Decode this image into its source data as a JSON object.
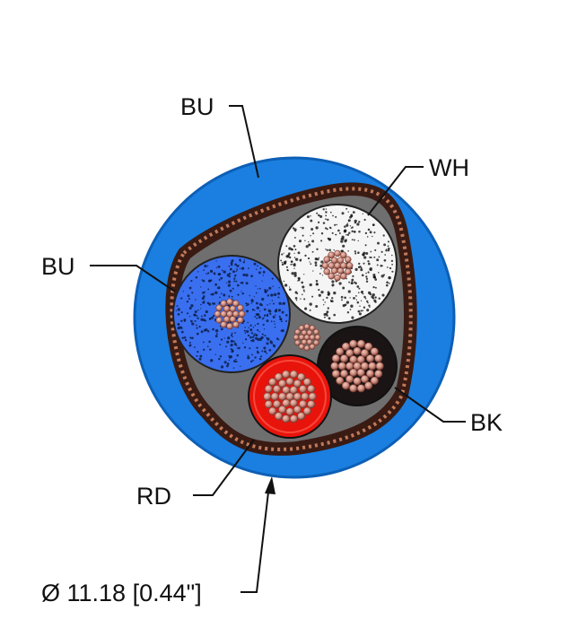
{
  "labels": {
    "outer_jacket": "BU",
    "core_white": "WH",
    "core_blue": "BU",
    "core_black": "BK",
    "core_red": "RD",
    "diameter": "Ø 11.18 [0.44\"]"
  },
  "colors": {
    "jacket": "#1a7fe0",
    "jacket_edge": "#0d5fb5",
    "braid": "#3a1b14",
    "braid_strand": "#c07a5a",
    "filler": "#6f6f6f",
    "core_blue": "#3a6ff0",
    "core_white": "#f5f5f5",
    "core_black": "#1a1414",
    "core_red": "#e8140c",
    "copper": "#c98a7c",
    "copper_dark": "#7a3d34"
  }
}
